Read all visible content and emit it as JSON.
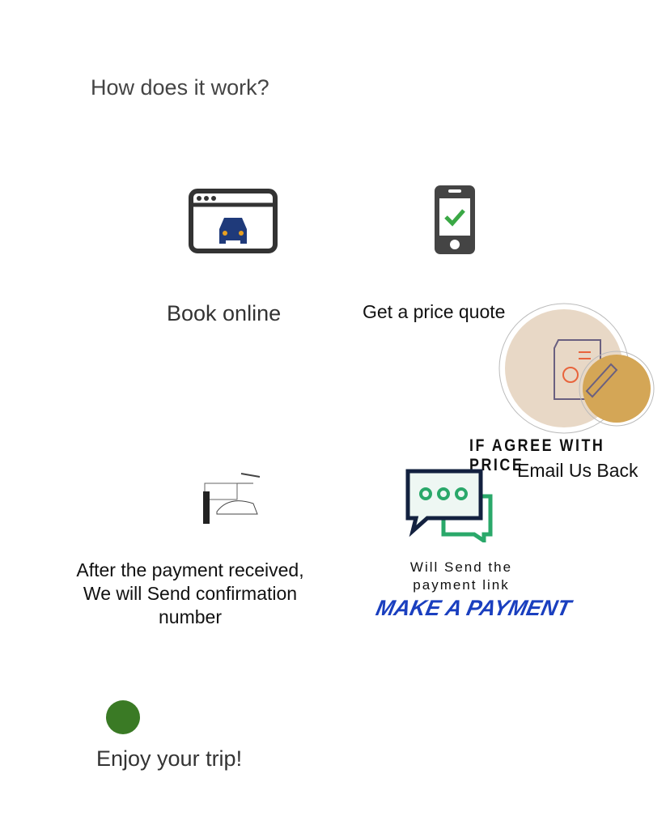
{
  "heading": "How does it work?",
  "steps": {
    "book": "Book online",
    "quote": "Get a price quote",
    "agree": "IF AGREE WITH PRICE",
    "email": "Email Us Back",
    "link1": "Will Send the",
    "link2": "payment link",
    "pay": "MAKE A PAYMENT",
    "confirm1": "After the payment received,",
    "confirm2": "We will Send confirmation",
    "confirm3": "number",
    "enjoy": "Enjoy your trip!"
  },
  "colors": {
    "car": "#1f3a7a",
    "check": "#3aa845",
    "green_dot": "#3a7a25",
    "gold": "#d4a656",
    "pay": "#1a3fbf"
  }
}
